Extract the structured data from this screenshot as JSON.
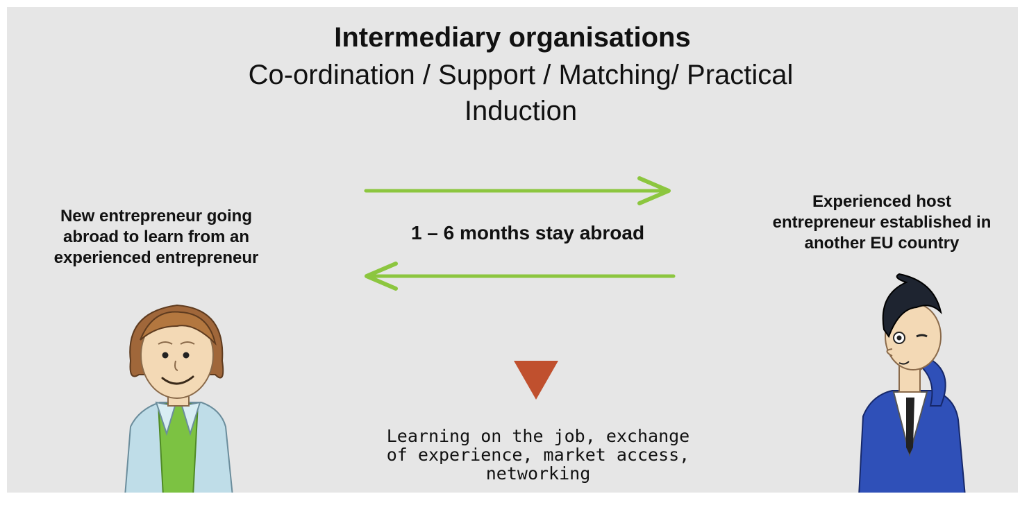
{
  "header": {
    "title": "Intermediary organisations",
    "subtitle": "Co-ordination / Support / Matching/ Practical Induction"
  },
  "left_party": {
    "caption": "New entrepreneur going abroad to learn from an experienced entrepreneur",
    "illustration": "young-entrepreneur-illustration"
  },
  "right_party": {
    "caption": "Experienced host entrepreneur established in another EU country",
    "illustration": "host-entrepreneur-illustration"
  },
  "exchange": {
    "label": "1 – 6 months stay abroad",
    "arrow_color": "#8cc63f"
  },
  "outcome": {
    "text": "Learning on the job, exchange of experience, market access, networking",
    "marker_color": "#c0502e"
  }
}
